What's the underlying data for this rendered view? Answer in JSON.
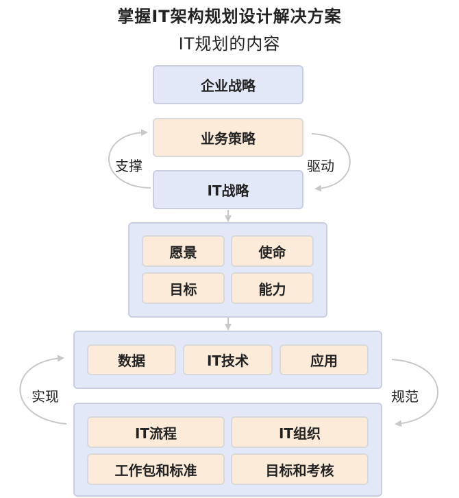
{
  "title": "掌握IT架构规划设计解决方案",
  "subtitle": "IT规划的内容",
  "top": {
    "enterprise_strategy": "企业战略",
    "business_strategy": "业务策略",
    "it_strategy": "IT战略",
    "support_label": "支撑",
    "drive_label": "驱动"
  },
  "vision_group": {
    "items": [
      "愿景",
      "使命",
      "目标",
      "能力"
    ]
  },
  "architecture_group": {
    "items": [
      "数据",
      "IT技术",
      "应用"
    ]
  },
  "process_group": {
    "items": [
      "IT流程",
      "IT组织",
      "工作包和标准",
      "目标和考核"
    ]
  },
  "side": {
    "realize_label": "实现",
    "standardize_label": "规范"
  },
  "colors": {
    "blue_box": "#e3e8f8",
    "orange_box": "#fcebd9",
    "arrow": "#c8c8c8"
  }
}
